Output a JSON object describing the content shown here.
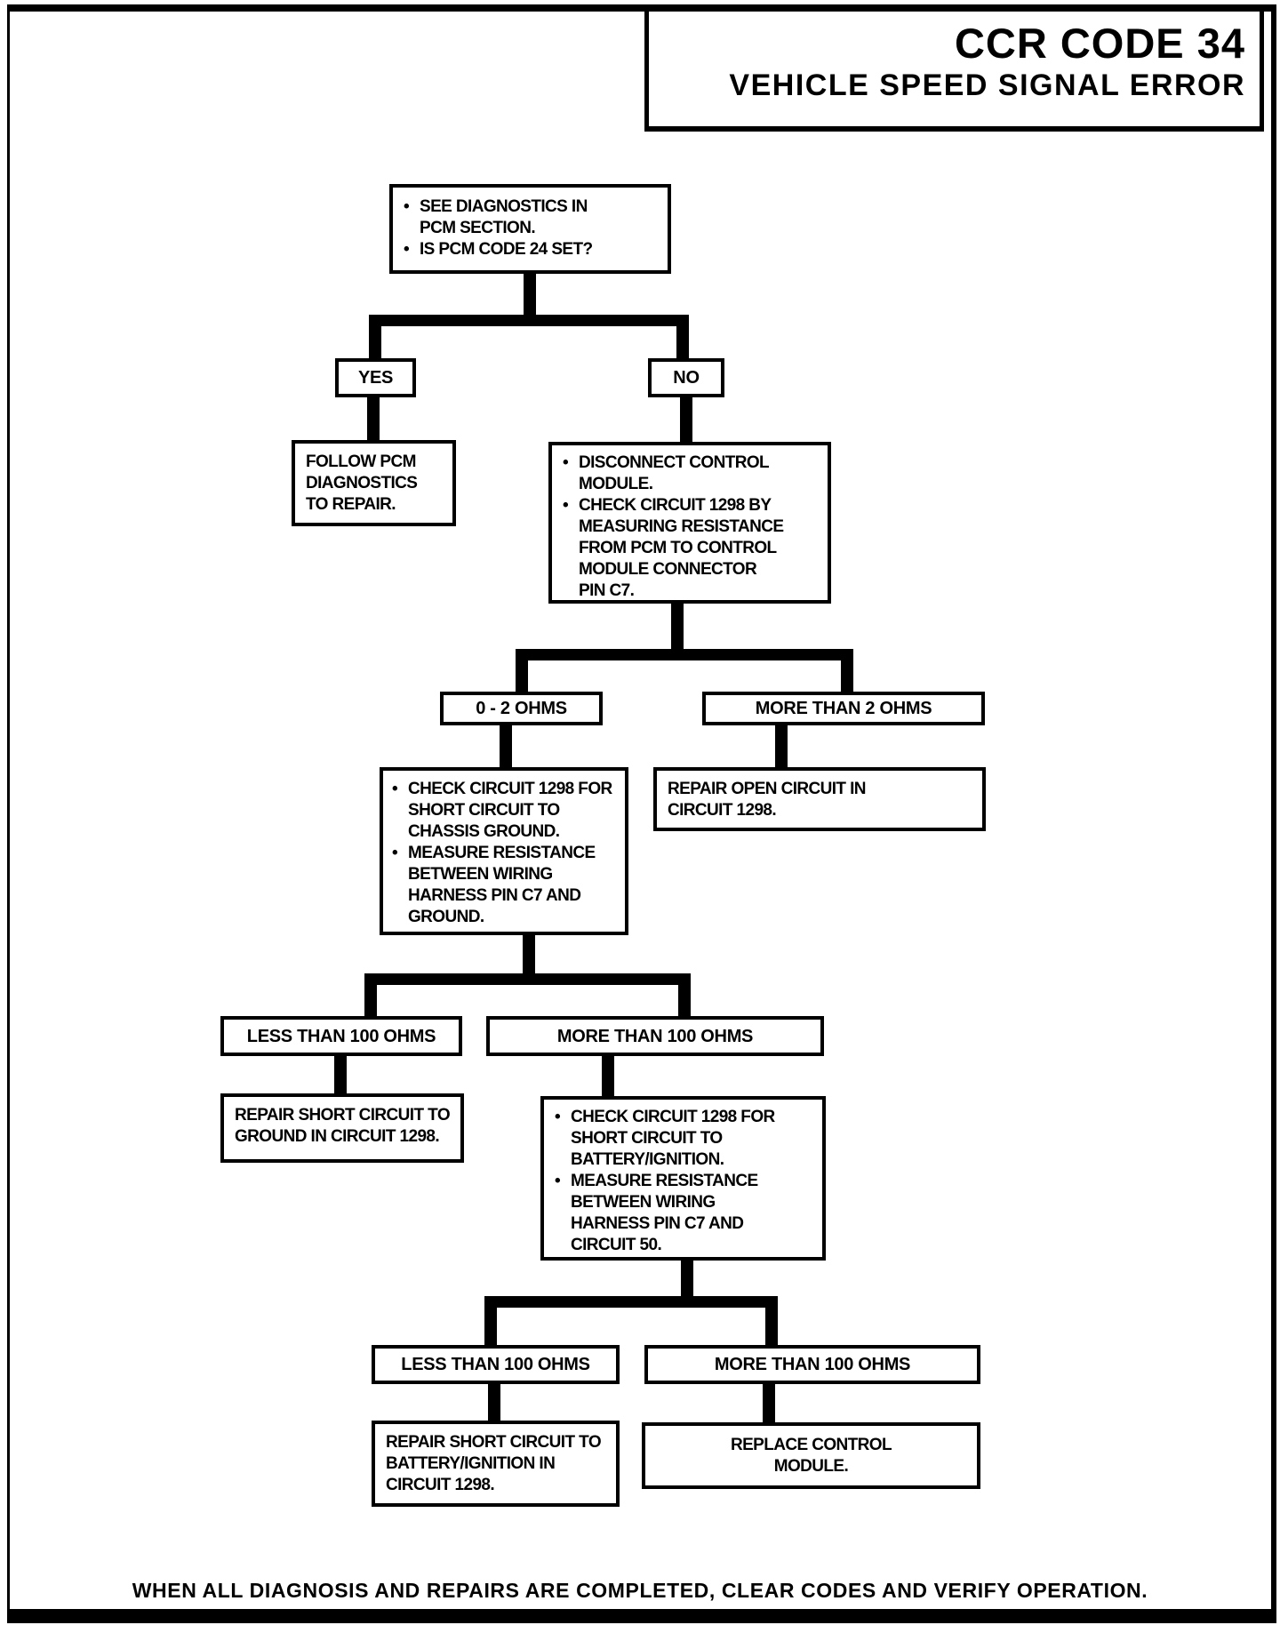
{
  "title": {
    "line1": "CCR CODE 34",
    "line2": "VEHICLE SPEED SIGNAL ERROR"
  },
  "footer": "WHEN ALL DIAGNOSIS AND REPAIRS ARE COMPLETED, CLEAR CODES AND VERIFY OPERATION.",
  "colors": {
    "ink": "#000000",
    "paper": "#ffffff"
  },
  "flowchart": {
    "start": {
      "items": [
        "SEE DIAGNOSTICS IN\nPCM SECTION.",
        "IS PCM CODE 24 SET?"
      ]
    },
    "yes": {
      "label": "YES"
    },
    "no": {
      "label": "NO"
    },
    "follow_pcm": {
      "text": "FOLLOW PCM\nDIAGNOSTICS\nTO REPAIR."
    },
    "disconnect": {
      "items": [
        "DISCONNECT CONTROL\nMODULE.",
        "CHECK CIRCUIT 1298 BY\nMEASURING RESISTANCE\nFROM PCM TO CONTROL\nMODULE CONNECTOR\nPIN C7."
      ]
    },
    "ohms_0_2": {
      "label": "0 - 2 OHMS"
    },
    "ohms_more_2": {
      "label": "MORE THAN 2 OHMS"
    },
    "check_chassis": {
      "items": [
        "CHECK CIRCUIT 1298 FOR\nSHORT CIRCUIT TO\nCHASSIS GROUND.",
        "MEASURE RESISTANCE\nBETWEEN WIRING\nHARNESS PIN C7 AND\nGROUND."
      ]
    },
    "repair_open": {
      "text": "REPAIR OPEN CIRCUIT IN\nCIRCUIT 1298."
    },
    "less_100_a": {
      "label": "LESS THAN 100 OHMS"
    },
    "more_100_a": {
      "label": "MORE THAN 100 OHMS"
    },
    "repair_ground": {
      "text": "REPAIR SHORT CIRCUIT TO\nGROUND IN CIRCUIT 1298."
    },
    "check_battery": {
      "items": [
        "CHECK CIRCUIT 1298 FOR\nSHORT CIRCUIT TO\nBATTERY/IGNITION.",
        "MEASURE RESISTANCE\nBETWEEN WIRING\nHARNESS PIN C7 AND\nCIRCUIT 50."
      ]
    },
    "less_100_b": {
      "label": "LESS THAN 100 OHMS"
    },
    "more_100_b": {
      "label": "MORE THAN 100 OHMS"
    },
    "repair_battery": {
      "text": "REPAIR SHORT CIRCUIT TO\nBATTERY/IGNITION IN\nCIRCUIT 1298."
    },
    "replace_module": {
      "text": "REPLACE CONTROL\nMODULE."
    }
  }
}
